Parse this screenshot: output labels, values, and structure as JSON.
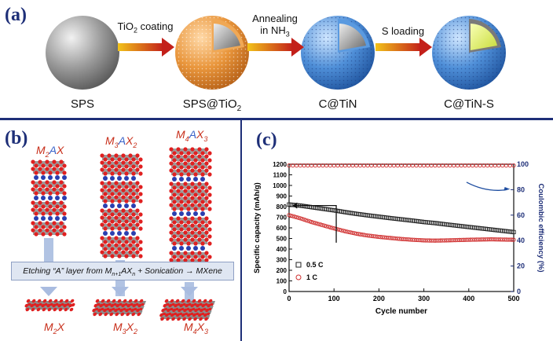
{
  "panel_a": {
    "label": "(a)",
    "stages": [
      "SPS",
      "SPS@TiO",
      "C@TiN",
      "C@TiN-S"
    ],
    "stage_sub": {
      "SPS@TiO": "2"
    },
    "steps": [
      {
        "line1": "TiO",
        "sub": "2",
        "line1b": " coating",
        "line2": ""
      },
      {
        "line1": "Annealing",
        "sub": "",
        "line1b": "",
        "line2": "in NH",
        "line2sub": "3"
      },
      {
        "line1": "S loading",
        "sub": "",
        "line1b": "",
        "line2": ""
      }
    ]
  },
  "panel_b": {
    "label": "(b)",
    "top_labels": [
      {
        "m": "M",
        "msub": "2",
        "a": "A",
        "x": "X",
        "xsub": ""
      },
      {
        "m": "M",
        "msub": "3",
        "a": "A",
        "x": "X",
        "xsub": "2"
      },
      {
        "m": "M",
        "msub": "4",
        "a": "A",
        "x": "X",
        "xsub": "3"
      }
    ],
    "bottom_labels": [
      {
        "m": "M",
        "msub": "2",
        "x": "X",
        "xsub": ""
      },
      {
        "m": "M",
        "msub": "3",
        "x": "X",
        "xsub": "2"
      },
      {
        "m": "M",
        "msub": "4",
        "x": "X",
        "xsub": "3"
      }
    ],
    "banner_pre": "Etching “A” layer from M",
    "banner_sub": "n+1",
    "banner_mid": "AX",
    "banner_sub2": "n",
    "banner_post": " + Sonication → MXene",
    "colors": {
      "metal": "#8c8c8c",
      "x": "#e02020",
      "a": "#2a3fb0",
      "label_m": "#c8301c",
      "label_a": "#3a62c8"
    }
  },
  "panel_c": {
    "label": "(c)",
    "chart_data": {
      "type": "scatter",
      "xlabel": "Cycle number",
      "ylabel": "Specific capacity (mAh/g)",
      "y2label": "Coulombic efficiency (%)",
      "xlim": [
        0,
        500
      ],
      "ylim": [
        0,
        1200
      ],
      "y2lim": [
        0,
        100
      ],
      "xticks": [
        0,
        100,
        200,
        300,
        400,
        500
      ],
      "yticks": [
        0,
        100,
        200,
        300,
        400,
        500,
        600,
        700,
        800,
        900,
        1000,
        1100,
        1200
      ],
      "y2ticks": [
        0,
        20,
        40,
        60,
        80,
        100
      ],
      "legend_position": "bottom-left",
      "series": [
        {
          "name": "0.5 C",
          "marker": "square",
          "color": "#222222",
          "x": [
            0,
            25,
            50,
            75,
            100,
            125,
            150,
            175,
            200,
            225,
            250,
            275,
            300,
            325,
            350,
            375,
            400,
            425,
            450,
            475,
            500
          ],
          "y": [
            820,
            810,
            795,
            780,
            765,
            748,
            732,
            718,
            705,
            692,
            680,
            668,
            655,
            645,
            632,
            620,
            608,
            596,
            584,
            572,
            560
          ]
        },
        {
          "name": "1 C",
          "marker": "circle",
          "color": "#d03030",
          "x": [
            0,
            25,
            50,
            75,
            100,
            125,
            150,
            175,
            200,
            225,
            250,
            275,
            300,
            325,
            350,
            375,
            400,
            425,
            450,
            475,
            500
          ],
          "y": [
            720,
            690,
            655,
            625,
            595,
            568,
            545,
            528,
            515,
            505,
            495,
            488,
            482,
            480,
            482,
            485,
            488,
            490,
            492,
            490,
            488
          ]
        },
        {
          "name": "Coulombic efficiency",
          "axis": "right",
          "marker": "circle",
          "color": "#d03030",
          "x": [
            0,
            50,
            100,
            150,
            200,
            250,
            300,
            350,
            400,
            450,
            500
          ],
          "y": [
            99,
            99,
            99,
            99,
            99,
            99,
            99,
            99,
            99,
            99,
            99
          ]
        }
      ]
    }
  }
}
